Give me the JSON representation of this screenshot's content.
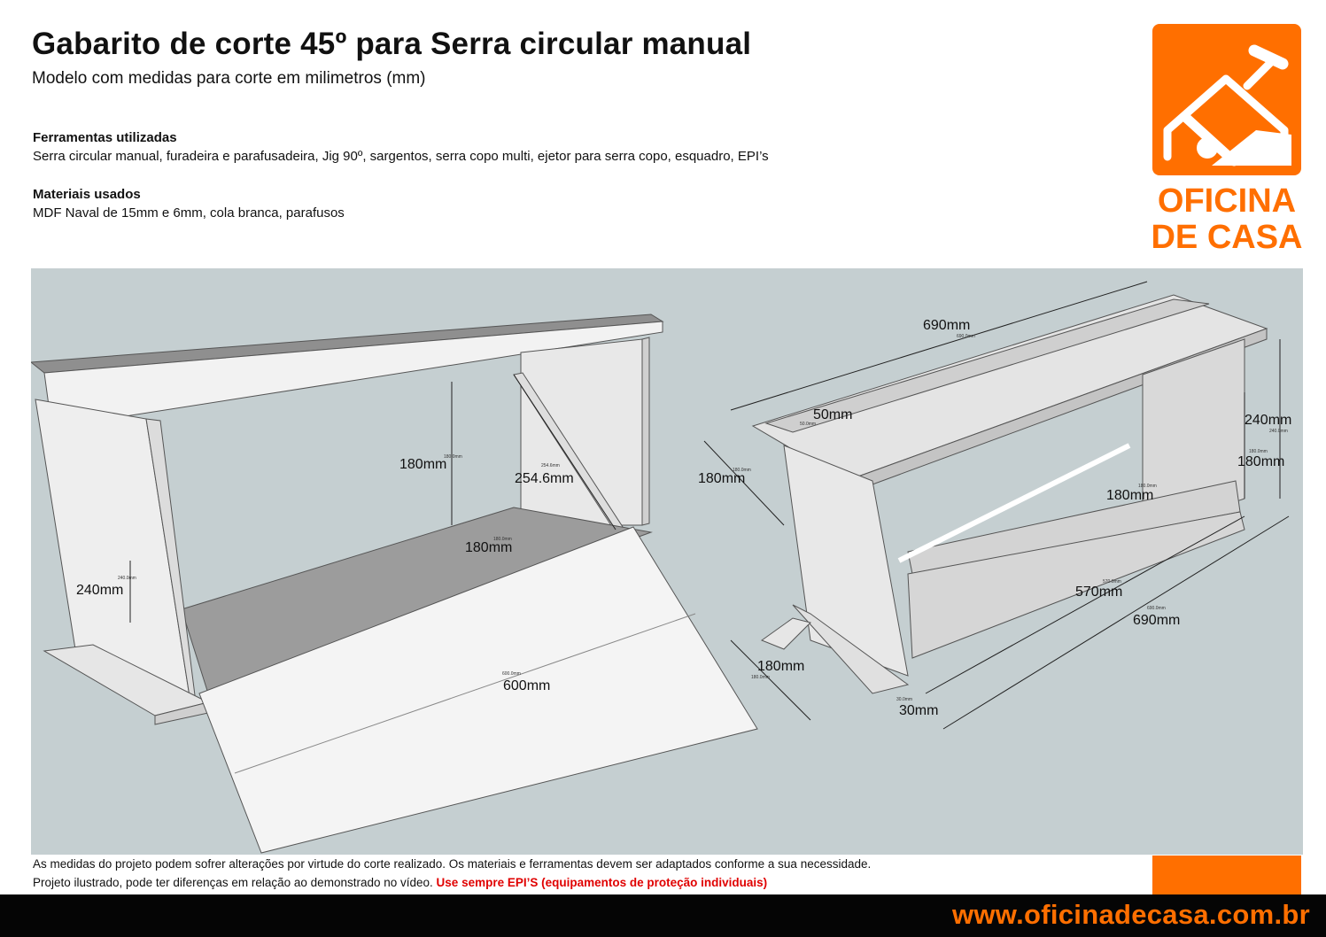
{
  "header": {
    "title": "Gabarito de corte 45º para Serra circular manual",
    "subtitle": "Modelo com medidas para corte em milimetros (mm)"
  },
  "tools": {
    "heading": "Ferramentas utilizadas",
    "text": "Serra circular manual, furadeira e parafusadeira, Jig 90º, sargentos, serra copo multi, ejetor para serra copo, esquadro, EPI’s"
  },
  "materials": {
    "heading": "Materiais usados",
    "text": "MDF Naval de 15mm e 6mm, cola branca, parafusos"
  },
  "logo": {
    "line1": "OFICINA",
    "line2": "DE CASA",
    "color": "#ff6f00",
    "icon": "house-tools-icon"
  },
  "left_view": {
    "dims": {
      "d180_vertical": "180mm",
      "d254": "254.6mm",
      "d180_depth": "180mm",
      "d240": "240mm",
      "d600": "600mm"
    },
    "small": {
      "s180_vertical": "180.0mm",
      "s254": "254.6mm",
      "s180_depth": "180.0mm",
      "s240": "240.0mm",
      "s600": "600.0mm"
    }
  },
  "right_view": {
    "dims": {
      "d690_top": "690mm",
      "d50": "50mm",
      "d180_left": "180mm",
      "d240": "240mm",
      "d180_right": "180mm",
      "d180_inner": "180mm",
      "d570": "570mm",
      "d690_bottom": "690mm",
      "d180_base": "180mm",
      "d30": "30mm"
    },
    "small": {
      "s690_top": "690.0mm",
      "s50": "50.0mm",
      "s180_left": "180.0mm",
      "s240": "240.0mm",
      "s180_right": "180.0mm",
      "s180_inner": "180.0mm",
      "s570": "570.0mm",
      "s690_bottom": "690.0mm",
      "s180_base": "180.0mm",
      "s30": "30.0mm"
    }
  },
  "notes": {
    "line1": "As medidas do projeto podem sofrer alterações por virtude do corte realizado. Os materiais e ferramentas devem ser adaptados conforme a sua necessidade.",
    "line2": "Projeto ilustrado, pode ter diferenças em relação ao demonstrado no vídeo.",
    "warning": "Use sempre EPI’S (equipamentos de proteção individuais)"
  },
  "footer": {
    "url": "www.oficinadecasa.com.br"
  }
}
